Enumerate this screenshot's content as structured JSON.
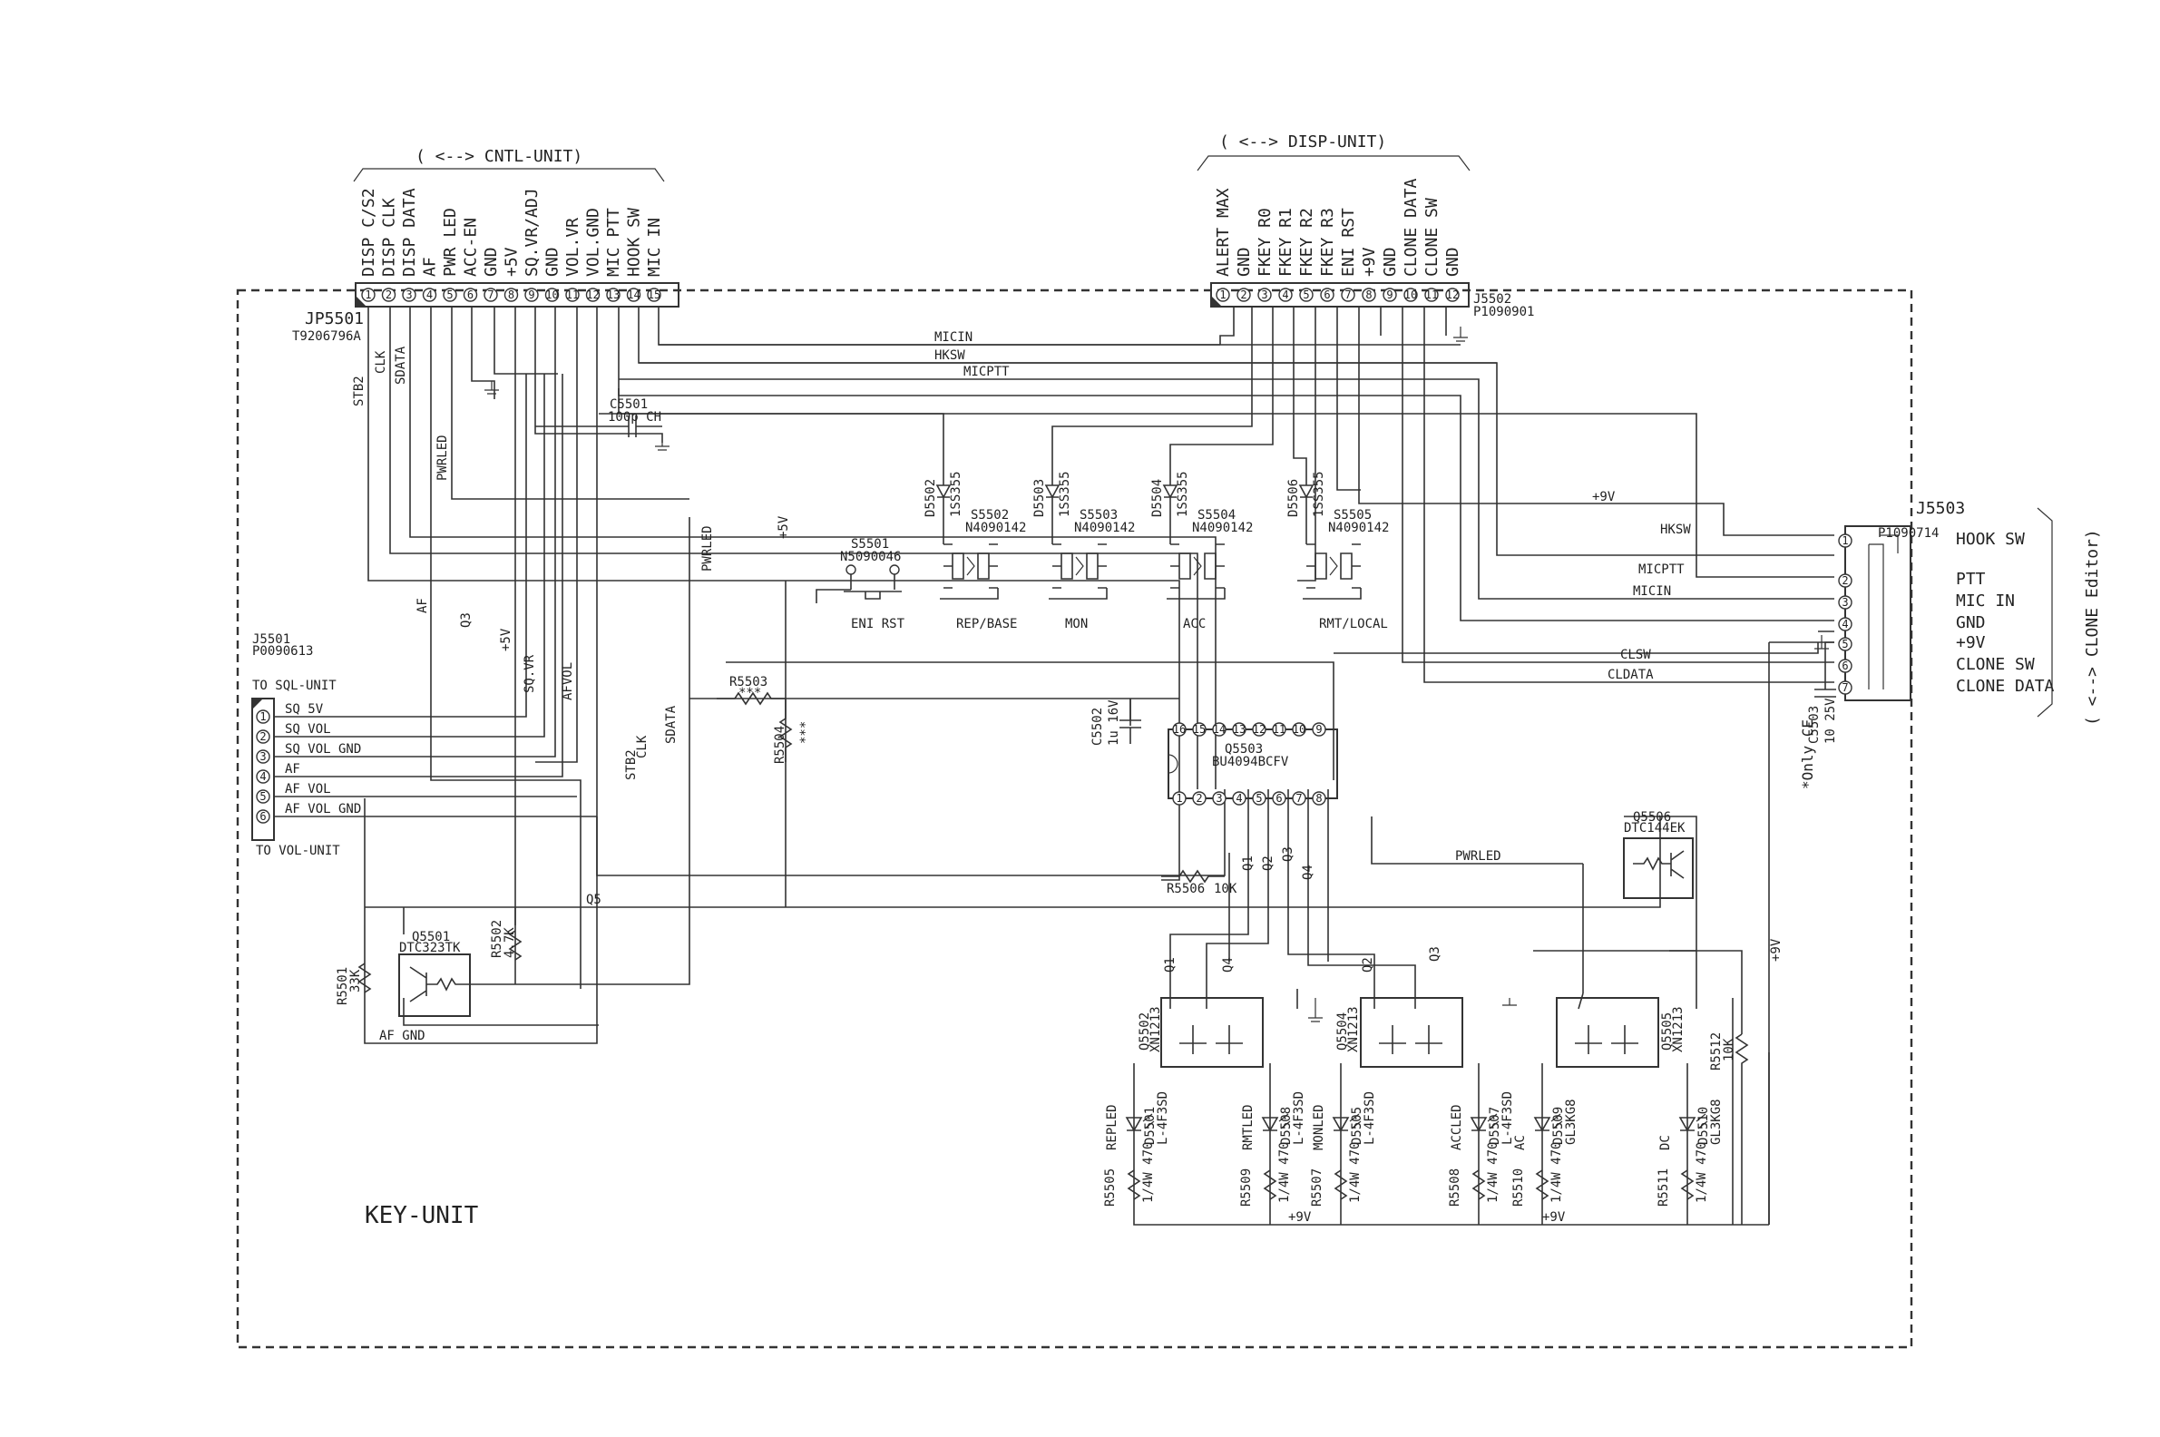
{
  "headers": {
    "cntl": "( <--> CNTL-UNIT)",
    "disp": "( <--> DISP-UNIT)",
    "clone": "( <--> CLONE Editor)"
  },
  "board": {
    "label": "KEY-UNIT"
  },
  "connectors": {
    "jp5501": {
      "ref": "JP5501",
      "part": "T9206796A",
      "pins": [
        "DISP C/S2",
        "DISP CLK",
        "DISP DATA",
        "AF",
        "PWR LED",
        "ACC-EN",
        "GND",
        "+5V",
        "SQ.VR/ADJ",
        "GND",
        "VOL.VR",
        "VOL.GND",
        "MIC PTT",
        "HOOK SW",
        "MIC IN"
      ]
    },
    "j5502": {
      "ref": "J5502",
      "part": "P1090901",
      "pins": [
        "ALERT MAX",
        "GND",
        "FKEY R0",
        "FKEY R1",
        "FKEY R2",
        "FKEY R3",
        "ENI RST",
        "+9V",
        "GND",
        "CLONE DATA",
        "CLONE SW",
        "GND"
      ]
    },
    "j5503": {
      "ref": "J5503",
      "part": "P1090714",
      "pins": [
        "HOOK SW",
        "PTT",
        "MIC IN",
        "GND",
        "+9V",
        "CLONE SW",
        "CLONE DATA"
      ]
    },
    "j5501": {
      "ref": "J5501",
      "part": "P0090613",
      "to_sql": "TO SQL-UNIT",
      "to_vol": "TO VOL-UNIT",
      "pins": [
        "SQ 5V",
        "SQ VOL",
        "SQ VOL GND",
        "AF",
        "AF VOL",
        "AF VOL GND"
      ]
    }
  },
  "nets": {
    "micin": "MICIN",
    "hksw": "HKSW",
    "micptt": "MICPTT",
    "p9v": "+9V",
    "hksw2": "HKSW",
    "micptt2": "MICPTT",
    "micin2": "MICIN",
    "clsw": "CLSW",
    "cldata": "CLDATA",
    "stb2": "STB2",
    "clk": "CLK",
    "sdata": "SDATA",
    "pwrled": "PWRLED",
    "pwrled2": "PWRLED",
    "pwrled3": "PWRLED",
    "af": "AF",
    "q3": "Q3",
    "p5v": "+5V",
    "p5v2": "+5V",
    "sqvr": "SQ.VR",
    "afvol": "AFVOL",
    "stb2b": "STB2",
    "clkb": "CLK",
    "sdatab": "SDATA",
    "q5": "Q5",
    "afgnd": "AF GND",
    "q1": "Q1",
    "q2": "Q2",
    "q3b": "Q3",
    "q4": "Q4",
    "q1b": "Q1",
    "q4b": "Q4",
    "q2b": "Q2",
    "q3c": "Q3",
    "p9vb": "+9V",
    "p9vc": "+9V",
    "onlyce": "*Only CE"
  },
  "components": {
    "c5501": {
      "ref": "C5501",
      "val": "100p CH"
    },
    "c5502": {
      "ref": "C5502",
      "val": "1u 16V"
    },
    "c5503": {
      "ref": "C5503",
      "val": "10 25V"
    },
    "r5503": {
      "ref": "R5503",
      "val": "***"
    },
    "r5504": {
      "ref": "R5504",
      "val": "***"
    },
    "r5506": {
      "ref": "R5506",
      "val": "10K"
    },
    "r5501": {
      "ref": "R5501",
      "val": "33K"
    },
    "r5502": {
      "ref": "R5502",
      "val": "4.7K"
    },
    "r5512": {
      "ref": "R5512",
      "val": "10K"
    },
    "s5501": {
      "ref": "S5501",
      "part": "N5090046",
      "label": "ENI RST"
    },
    "s5502": {
      "ref": "S5502",
      "part": "N4090142",
      "label": "REP/BASE"
    },
    "s5503": {
      "ref": "S5503",
      "part": "N4090142",
      "label": "MON"
    },
    "s5504": {
      "ref": "S5504",
      "part": "N4090142",
      "label": "ACC"
    },
    "s5505": {
      "ref": "S5505",
      "part": "N4090142",
      "label": "RMT/LOCAL"
    },
    "d5502": {
      "ref": "D5502",
      "part": "1SS355"
    },
    "d5503": {
      "ref": "D5503",
      "part": "1SS355"
    },
    "d5504": {
      "ref": "D5504",
      "part": "1SS355"
    },
    "d5506": {
      "ref": "D5506",
      "part": "1SS355"
    },
    "q5501": {
      "ref": "Q5501",
      "part": "DTC323TK"
    },
    "q5503": {
      "ref": "Q5503",
      "part": "BU4094BCFV"
    },
    "q5506": {
      "ref": "Q5506",
      "part": "DTC144EK"
    },
    "q5502": {
      "ref": "Q5502",
      "part": "XN1213"
    },
    "q5504": {
      "ref": "Q5504",
      "part": "XN1213"
    },
    "q5505": {
      "ref": "Q5505",
      "part": "XN1213"
    },
    "leds": [
      {
        "ref": "D5501",
        "part": "L-4F3SD",
        "label": "REPLED",
        "res": "R5505",
        "rval": "1/4W 470"
      },
      {
        "ref": "D5508",
        "part": "L-4F3SD",
        "label": "RMTLED",
        "res": "R5509",
        "rval": "1/4W 470"
      },
      {
        "ref": "D5505",
        "part": "L-4F3SD",
        "label": "MONLED",
        "res": "R5507",
        "rval": "1/4W 470"
      },
      {
        "ref": "D5507",
        "part": "L-4F3SD",
        "label": "ACCLED",
        "res": "R5508",
        "rval": "1/4W 470"
      },
      {
        "ref": "D5509",
        "part": "GL3KG8",
        "label": "AC",
        "res": "R5510",
        "rval": "1/4W 470"
      },
      {
        "ref": "D5510",
        "part": "GL3KG8",
        "label": "DC",
        "res": "R5511",
        "rval": "1/4W 470"
      }
    ]
  }
}
